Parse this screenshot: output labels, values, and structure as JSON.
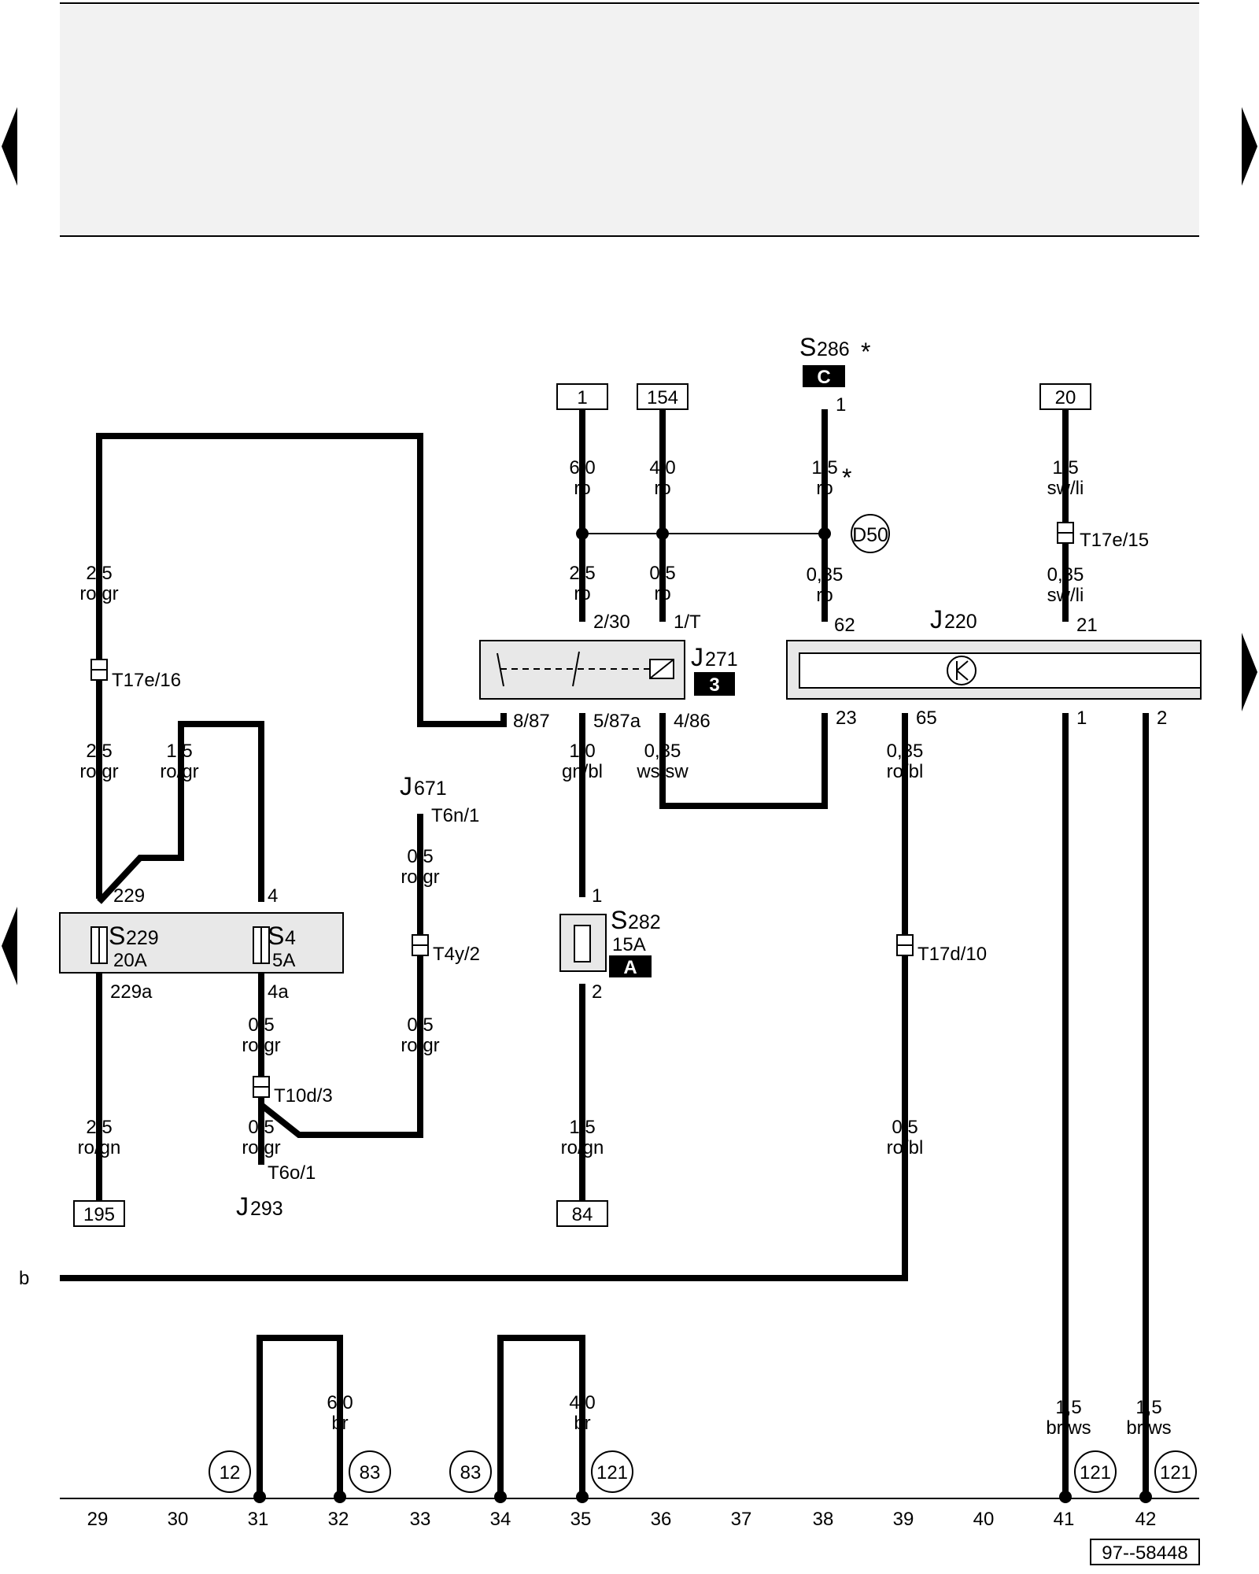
{
  "header": {
    "background": "#f2f2f2"
  },
  "nav": {
    "left_top": "prev-page",
    "left_bottom": "prev-page",
    "right_top": "next-page",
    "right_mid": "next-page"
  },
  "components": {
    "S286": {
      "letter": "S",
      "num": "286",
      "star": "*",
      "badge": "C",
      "pin": "1"
    },
    "J220": {
      "letter": "J",
      "num": "220",
      "pins": [
        "62",
        "21",
        "23",
        "65",
        "1",
        "2"
      ]
    },
    "J271": {
      "letter": "J",
      "num": "271",
      "badge": "3",
      "pins": [
        "2/30",
        "1/T",
        "8/87",
        "5/87a",
        "4/86"
      ]
    },
    "J671": {
      "letter": "J",
      "num": "671",
      "conn": "T6n/1"
    },
    "J293": {
      "letter": "J",
      "num": "293",
      "conn": "T6o/1"
    },
    "S229": {
      "letter": "S",
      "num": "229",
      "amp": "20A",
      "pin_top": "229",
      "pin_bot": "229a"
    },
    "S4": {
      "letter": "S",
      "num": "4",
      "amp": "5A",
      "pin_top": "4",
      "pin_bot": "4a"
    },
    "S282": {
      "letter": "S",
      "num": "282",
      "amp": "15A",
      "badge": "A",
      "pin_top": "1",
      "pin_bot": "2"
    },
    "D50": {
      "text": "D50"
    }
  },
  "refs": {
    "r1": "1",
    "r154": "154",
    "r20": "20",
    "r195": "195",
    "r84": "84"
  },
  "connectors": {
    "t17e15": "T17e/15",
    "t17e16": "T17e/16",
    "t4y2": "T4y/2",
    "t10d3": "T10d/3",
    "t17d10": "T17d/10"
  },
  "wires": {
    "w1": {
      "size": "6,0",
      "color": "ro"
    },
    "w154": {
      "size": "4,0",
      "color": "ro"
    },
    "w286": {
      "size": "1,5",
      "color": "ro",
      "star": "*"
    },
    "w20": {
      "size": "1,5",
      "color": "sw/li"
    },
    "w230": {
      "size": "2,5",
      "color": "ro"
    },
    "w1t": {
      "size": "0,5",
      "color": "ro"
    },
    "w62": {
      "size": "0,35",
      "color": "ro"
    },
    "w21": {
      "size": "0,35",
      "color": "sw/li"
    },
    "wleft_top": {
      "size": "2,5",
      "color": "ro/gr"
    },
    "wleft_mid": {
      "size": "2,5",
      "color": "ro/gr"
    },
    "wbranch": {
      "size": "1,5",
      "color": "ro/gr"
    },
    "w587a": {
      "size": "1,0",
      "color": "gn/bl"
    },
    "w486": {
      "size": "0,35",
      "color": "ws/sw"
    },
    "w65": {
      "size": "0,35",
      "color": "ro/bl"
    },
    "wj671": {
      "size": "0,5",
      "color": "ro/gr"
    },
    "wj671b": {
      "size": "0,5",
      "color": "ro/gr"
    },
    "w4a": {
      "size": "0,5",
      "color": "ro/gr"
    },
    "w4b": {
      "size": "0,5",
      "color": "ro/gr"
    },
    "w195": {
      "size": "2,5",
      "color": "ro/gn"
    },
    "w84": {
      "size": "1,5",
      "color": "ro/gn"
    },
    "w17d": {
      "size": "0,5",
      "color": "ro/bl"
    },
    "wg32": {
      "size": "6,0",
      "color": "br"
    },
    "wg35": {
      "size": "4,0",
      "color": "br"
    },
    "wg41": {
      "size": "1,5",
      "color": "br/ws"
    },
    "wg42": {
      "size": "1,5",
      "color": "br/ws"
    }
  },
  "bus_label": "b",
  "ground_refs": [
    "12",
    "83",
    "83",
    "121",
    "121",
    "121"
  ],
  "ruler": [
    "29",
    "30",
    "31",
    "32",
    "33",
    "34",
    "35",
    "36",
    "37",
    "38",
    "39",
    "40",
    "41",
    "42"
  ],
  "diagram_id": "97--58448"
}
